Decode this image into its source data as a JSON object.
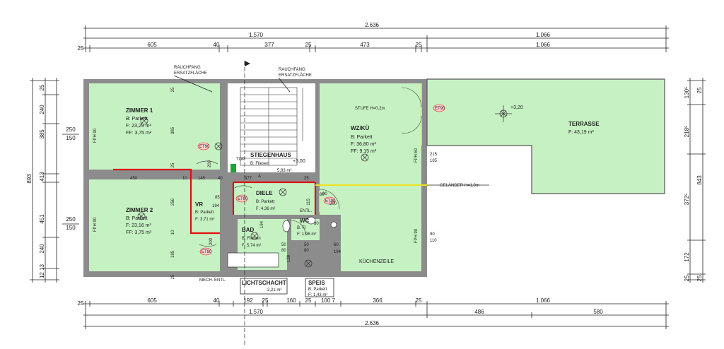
{
  "dims": {
    "top": {
      "total": "2.636",
      "row2": [
        "1.570",
        "1.066"
      ],
      "row3": [
        "25",
        "605",
        "40",
        "377",
        "25",
        "473",
        "25",
        "1.066"
      ]
    },
    "bottom": {
      "row1": [
        "25",
        "605",
        "40",
        "192",
        "25",
        "160",
        "25",
        "100 7",
        "366",
        "25",
        "1.066"
      ],
      "row2": [
        "1.570",
        "486",
        "580"
      ],
      "total": "2.636"
    },
    "left": {
      "total": "893",
      "segs": [
        "25",
        "240",
        "385",
        "413",
        "451",
        "240",
        "12 13"
      ],
      "inner_a": [
        "250",
        "150"
      ],
      "inner_b": [
        "250",
        "150"
      ]
    },
    "right": {
      "total": "843",
      "segs_a": [
        "130⁵",
        "218⁵",
        "372⁵",
        "172",
        "25"
      ],
      "segs_b": [
        "25",
        "25"
      ]
    }
  },
  "labels": {
    "rauchfang_left": [
      "RAUCHFANG",
      "ERSATZFLÄCHE"
    ],
    "rauchfang_right": [
      "RAUCHFANG",
      "ERSATZFLÄCHE"
    ],
    "stufe": "STUFE H=0,2m",
    "gelander": "GELÄNDER H=1,0m",
    "kuchenzeile": "KÜCHENZEILE",
    "mech_entl": "MECH. ENTL.",
    "entl": "ENTL.",
    "marker_a": "A",
    "top_label": "TOP",
    "level_terrace": "+3,20",
    "level_stairs": "+3,00"
  },
  "rooms": {
    "zimmer1": {
      "name": "ZIMMER 1",
      "b": "B: Parkett",
      "f": "F: 23,29 m²",
      "ff": "FF: 3,75 m²"
    },
    "zimmer2": {
      "name": "ZIMMER 2",
      "b": "B: Parkett",
      "f": "F: 23,16 m²",
      "ff": "FF: 3,75 m²"
    },
    "vr": {
      "name": "VR",
      "b": "B: Parkett",
      "f": "F: 3,71 m²"
    },
    "stiegenhaus": {
      "name": "STIEGENHAUS",
      "b": "B: Fliesen",
      "f": "5,83 m²"
    },
    "diele": {
      "name": "DIELE",
      "b": "B: Parkett",
      "f": "F: 4,36 m²"
    },
    "bad": {
      "name": "BAD",
      "b": "B: Fliesen",
      "f": "F: 5,74 m²"
    },
    "wc": {
      "name": "WC",
      "b": "B: Fl",
      "f": "F: 1,96 m²"
    },
    "wzku": {
      "name": "WZ/KÜ",
      "b": "B: Parkett",
      "f": "F: 36,80 m²",
      "ff": "FF: 9,15 m²"
    },
    "terrasse": {
      "name": "TERRASSE",
      "f": "F: 43,19 m²"
    },
    "lichtschacht": {
      "name": "LICHTSCHACHT",
      "f": "2,21 m²"
    },
    "speis": {
      "name": "SPEIS",
      "b": "B: Parkett",
      "f": "F: 1,43 m²"
    }
  },
  "openings": {
    "fph_z1": "FPH 90",
    "fph_z2": "FPH 90",
    "fph_wz60": "FPH 60",
    "fph_wz90": "FPH 90",
    "win_wz_a": [
      "215",
      "185"
    ],
    "win_wz_b": [
      "90",
      "110"
    ],
    "z1_a": "25",
    "z1_b": "385",
    "z1_c": "25",
    "z2_a": "185",
    "z2_b": "10",
    "z2_c": "256",
    "z2_d": "25",
    "mid_450": "450",
    "mid_10": "10",
    "mid_145": "145",
    "mid_40": "40",
    "mid_377": "377",
    "mid_25": "25",
    "mid_85": "85",
    "mid_194": "194",
    "door_200a": "200",
    "door_200b": "200",
    "door_200c": "200",
    "door_80": "80",
    "door_194b": "194",
    "door_80b": "80",
    "door_60": "60",
    "door_194c": "194",
    "door_50a": "50",
    "door_80c": "80",
    "door_50b": "50",
    "door_80d": "80",
    "door_138": "138",
    "door_115": "115",
    "door_90": "90",
    "et_tags": [
      "ET90",
      "ET90",
      "ET90",
      "ET90",
      "ET90",
      "ET90",
      "ET90"
    ]
  }
}
